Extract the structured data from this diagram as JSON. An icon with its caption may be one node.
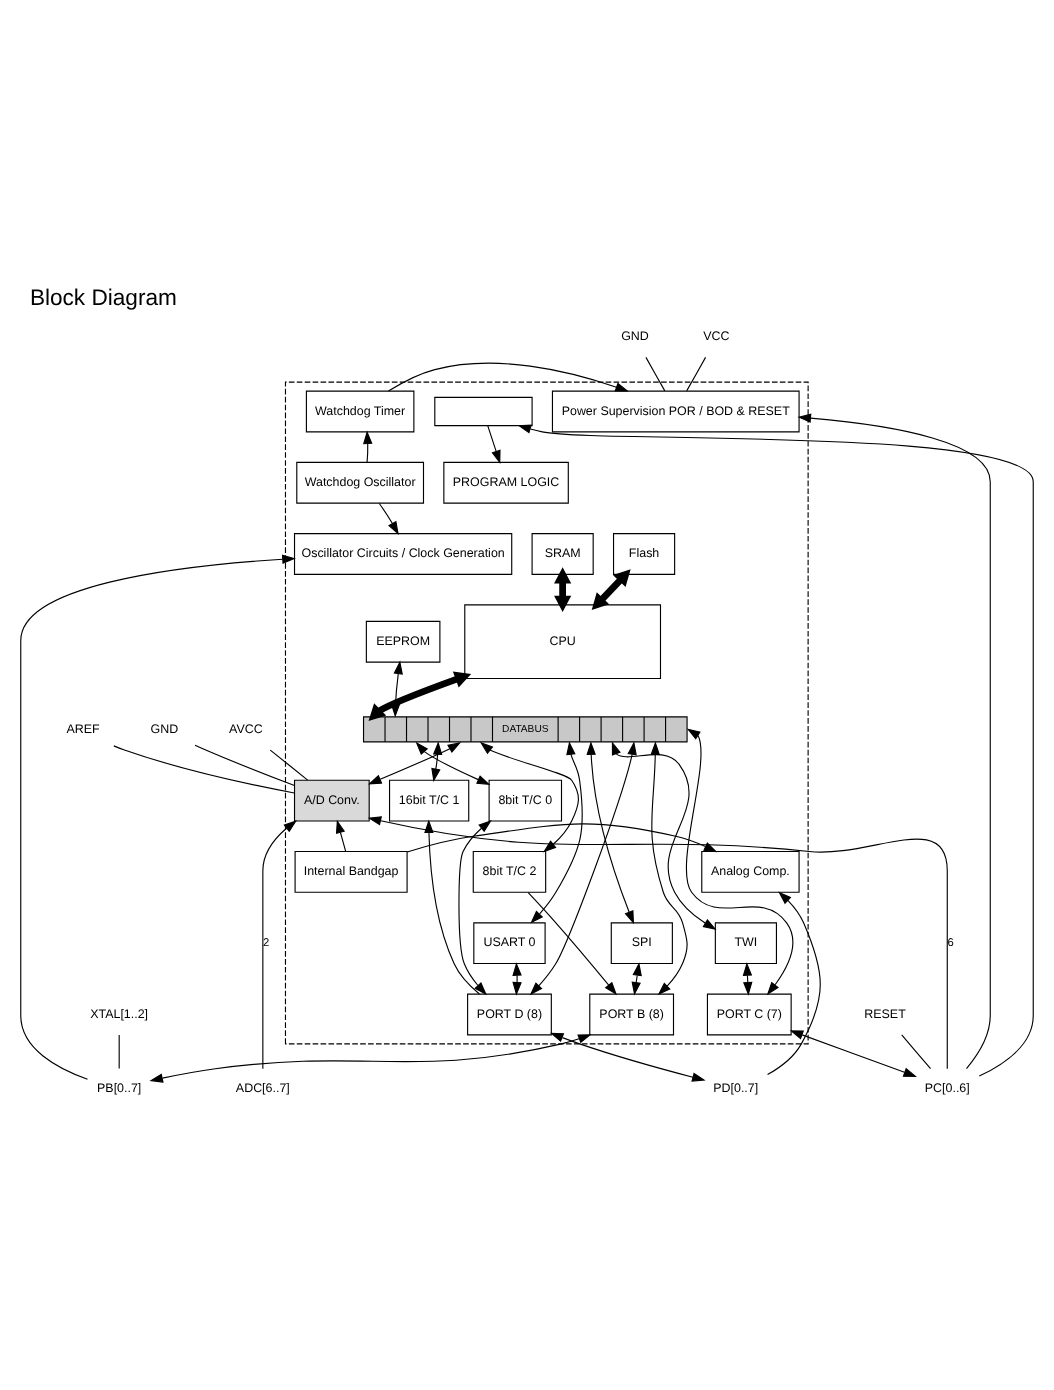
{
  "diagram": {
    "title": "Block Diagram",
    "nodes": [
      {
        "text": [],
        "shape": "box"
      },
      {
        "text": [
          "Watchdog Timer"
        ],
        "in": 0
      },
      {
        "text": [
          "Watchdog Oscillator"
        ],
        "in": 0
      },
      {
        "text": [
          "Oscillator Circuits / Clock Generation"
        ],
        "in": 0
      },
      {
        "text": [
          "Power Supervision POR / BOD & RESET"
        ],
        "in": 0
      },
      {
        "text": [],
        "shape": "box",
        "in": 0
      },
      {
        "text": [
          "PROGRAM LOGIC"
        ],
        "in": 0
      },
      {
        "text": [
          "Flash"
        ],
        "in": 0
      },
      {
        "text": [
          "SRAM"
        ],
        "in": 0
      },
      {
        "text": [
          "CPU"
        ],
        "in": 0
      },
      {
        "text": [
          "EEPROM"
        ],
        "in": 0
      },
      {
        "text": [
          "8bit T/C 0"
        ],
        "in": 0
      },
      {
        "text": [
          "16bit T/C 1"
        ],
        "in": 0
      },
      {
        "text": [
          "A/D Conv."
        ],
        "in": 0
      },
      {
        "text": [
          "8bit T/C 2"
        ],
        "in": 0
      },
      {
        "text": [
          "Analog Comp."
        ],
        "in": 0
      },
      {
        "text": [
          "Internal Bandgap"
        ],
        "in": 0
      },
      {
        "text": [
          "USART 0"
        ],
        "in": 0
      },
      {
        "text": [
          "SPI"
        ],
        "in": 0
      },
      {
        "text": [
          "TWI"
        ],
        "in": 0
      },
      {
        "text": [
          "PORT D (8)"
        ],
        "in": 0
      },
      {
        "text": [
          "PORT B (8)"
        ],
        "in": 0
      },
      {
        "text": [
          "PORT C (7)"
        ],
        "in": 0
      },
      {
        "text": [
          "DATABUS"
        ],
        "in": 0
      },
      {
        "text": [
          "GND"
        ]
      },
      {
        "text": [
          "VCC"
        ]
      },
      {
        "text": [
          "AVCC"
        ]
      },
      {
        "text": [
          "AREF"
        ]
      },
      {
        "text": [
          "GND"
        ]
      },
      {
        "text": [
          "RESET"
        ]
      },
      {
        "text": [
          "XTAL[1..2]"
        ]
      },
      {
        "text": [
          "PD[0..7]"
        ]
      },
      {
        "text": [
          "PB[0..7]"
        ]
      },
      {
        "text": [
          "PC[0..6]"
        ]
      },
      {
        "text": [
          "ADC[6..7]"
        ]
      }
    ],
    "edges": [
      {
        "from": 24,
        "to": 4,
        "arrow": "none"
      },
      {
        "from": 25,
        "to": 4,
        "arrow": "none"
      },
      {
        "from": 1,
        "to": 4,
        "arrow": "to"
      },
      {
        "from": 2,
        "to": 1,
        "arrow": "to"
      },
      {
        "from": 2,
        "to": 3,
        "arrow": "to"
      },
      {
        "from": 5,
        "to": 6,
        "arrow": "to"
      },
      {
        "from": 7,
        "to": 9,
        "arrow": "both",
        "style": "thick"
      },
      {
        "from": 8,
        "to": 9,
        "arrow": "both",
        "style": "thick"
      },
      {
        "from": 9,
        "to": 23,
        "arrow": "both",
        "style": "thick"
      },
      {
        "from": 10,
        "to": 23,
        "arrow": "both"
      },
      {
        "from": 23,
        "to": 11,
        "arrow": "both"
      },
      {
        "from": 23,
        "to": 12,
        "arrow": "both"
      },
      {
        "from": 23,
        "to": 13,
        "arrow": "both"
      },
      {
        "from": 23,
        "to": 14,
        "arrow": "both"
      },
      {
        "from": 26,
        "to": 13,
        "arrow": "none"
      },
      {
        "from": 27,
        "to": 13,
        "arrow": "none"
      },
      {
        "from": 28,
        "to": 13,
        "arrow": "none"
      },
      {
        "from": 34,
        "to": 13,
        "arrow": "to",
        "label": "2"
      },
      {
        "from": 33,
        "to": 13,
        "arrow": "to",
        "label": "6"
      },
      {
        "from": 16,
        "to": 13,
        "arrow": "to"
      },
      {
        "from": 16,
        "to": 15,
        "arrow": "to"
      },
      {
        "from": 31,
        "to": 15,
        "arrow": "to"
      },
      {
        "from": 20,
        "to": 11,
        "arrow": "both"
      },
      {
        "from": 20,
        "to": 12,
        "arrow": "to"
      },
      {
        "from": 14,
        "to": 21,
        "arrow": "to"
      },
      {
        "from": 17,
        "to": 23,
        "arrow": "both"
      },
      {
        "from": 18,
        "to": 23,
        "arrow": "both"
      },
      {
        "from": 19,
        "to": 23,
        "arrow": "both"
      },
      {
        "from": 23,
        "to": 20,
        "arrow": "both"
      },
      {
        "from": 23,
        "to": 21,
        "arrow": "both"
      },
      {
        "from": 23,
        "to": 22,
        "arrow": "both"
      },
      {
        "from": 17,
        "to": 20,
        "arrow": "both"
      },
      {
        "from": 18,
        "to": 21,
        "arrow": "both"
      },
      {
        "from": 19,
        "to": 22,
        "arrow": "both"
      },
      {
        "from": 20,
        "to": 31,
        "arrow": "both"
      },
      {
        "from": 21,
        "to": 32,
        "arrow": "both"
      },
      {
        "from": 22,
        "to": 33,
        "arrow": "both"
      },
      {
        "from": 32,
        "to": 3,
        "arrow": "to"
      },
      {
        "from": 30,
        "to": 32,
        "arrow": "none"
      },
      {
        "from": 33,
        "to": 4,
        "arrow": "to"
      },
      {
        "from": 33,
        "to": 5,
        "arrow": "to"
      },
      {
        "from": 29,
        "to": 33,
        "arrow": "none"
      }
    ]
  }
}
